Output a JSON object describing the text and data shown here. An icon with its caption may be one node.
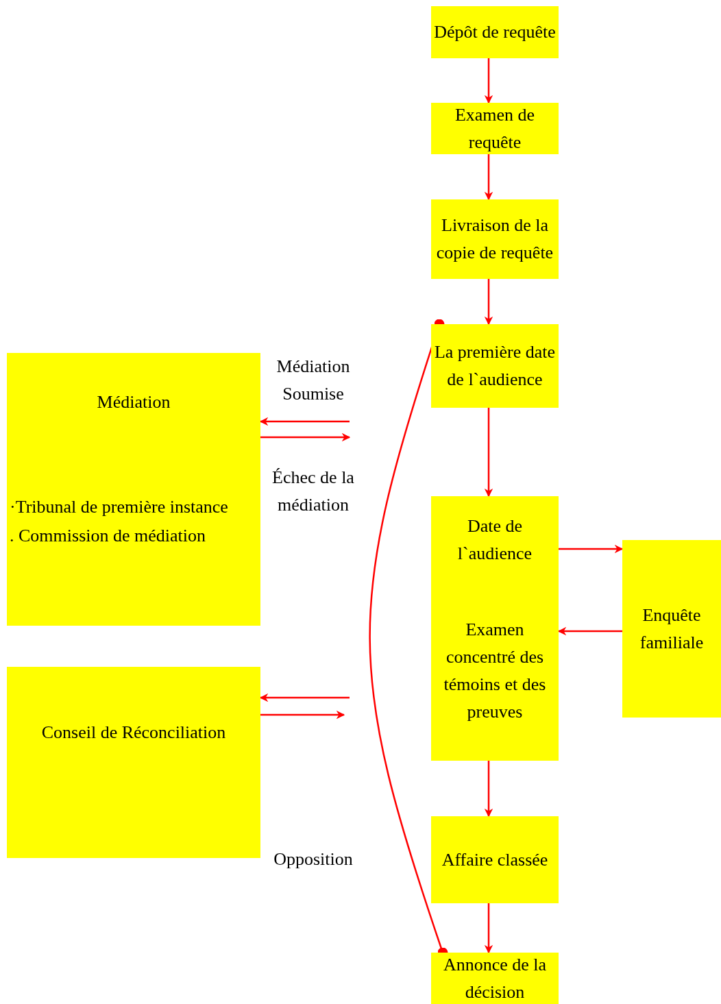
{
  "diagram": {
    "nodes": [
      {
        "text": [
          "Dépôt de requête"
        ]
      },
      {
        "text": [
          "Examen de requête"
        ]
      },
      {
        "text": [
          "Livraison de la copie de requête"
        ]
      },
      {
        "text": [
          "La première date de l`audience"
        ]
      },
      {
        "text": [
          "Médiation"
        ]
      },
      {
        "text": [
          "·Tribunal de première instance",
          ". Commission de médiation"
        ]
      },
      {
        "text": [
          "Date de l`audience"
        ]
      },
      {
        "text": [
          "Examen concentré des témoins et des preuves"
        ]
      },
      {
        "text": [
          "Enquête familiale"
        ]
      },
      {
        "text": [
          "Conseil de Réconciliation"
        ]
      },
      {
        "text": [
          "Affaire classée"
        ]
      },
      {
        "text": [
          "Annonce de la décision"
        ]
      }
    ],
    "edges": [
      {
        "from": 0,
        "to": 1,
        "arrow": "to"
      },
      {
        "from": 1,
        "to": 2,
        "arrow": "to"
      },
      {
        "from": 2,
        "to": 3,
        "arrow": "to"
      },
      {
        "from": 3,
        "to": 6,
        "arrow": "to"
      },
      {
        "from": 7,
        "to": 10,
        "arrow": "to"
      },
      {
        "from": 10,
        "to": 11,
        "arrow": "to"
      },
      {
        "from": 6,
        "to": 8,
        "arrow": "to"
      },
      {
        "from": 8,
        "to": 7,
        "arrow": "to"
      },
      {
        "from": null,
        "to": 4,
        "arrow": "to",
        "label": "Médiation Soumise"
      },
      {
        "from": 4,
        "to": null,
        "arrow": "to",
        "label": "Échec de la médiation"
      },
      {
        "from": null,
        "to": 9,
        "arrow": "to"
      },
      {
        "from": 9,
        "to": null,
        "arrow": "to"
      },
      {
        "from": 3,
        "to": 11,
        "arrow": "other",
        "label": "Opposition"
      }
    ]
  }
}
